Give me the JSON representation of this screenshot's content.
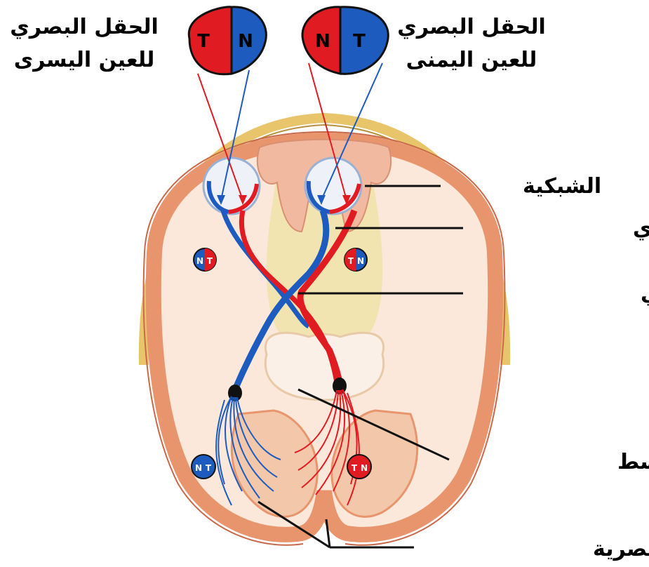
{
  "labels": {
    "left_field_line1": "الحقل البصري",
    "left_field_line2": "للعين اليسرى",
    "right_field_line1": "الحقل البصري",
    "right_field_line2": "للعين اليمنى",
    "retina": "الشبكية",
    "optic_nerve": "العصب البصري",
    "optic_chiasm": "التصالب البصري",
    "midbrain": "الدماغ المتوسط",
    "visual_area": "الباحة البصرية"
  },
  "visual_fields": {
    "left_eye": {
      "left_letter": "T",
      "right_letter": "N"
    },
    "right_eye": {
      "left_letter": "N",
      "right_letter": "T"
    }
  },
  "mini_fields": {
    "front_left": {
      "left_letter": "N",
      "right_letter": "T"
    },
    "front_right": {
      "left_letter": "T",
      "right_letter": "N"
    },
    "back_left": {
      "left_letter": "N",
      "right_letter": "T"
    },
    "back_right": {
      "left_letter": "T",
      "right_letter": "N"
    }
  },
  "colors": {
    "temporal_red": "#e11b22",
    "nasal_blue": "#1d5bbf",
    "skull": "#e8c56a",
    "brain_outline": "#e8956e",
    "brain_fill": "#fbe8da",
    "midline": "#f2e4b0"
  }
}
